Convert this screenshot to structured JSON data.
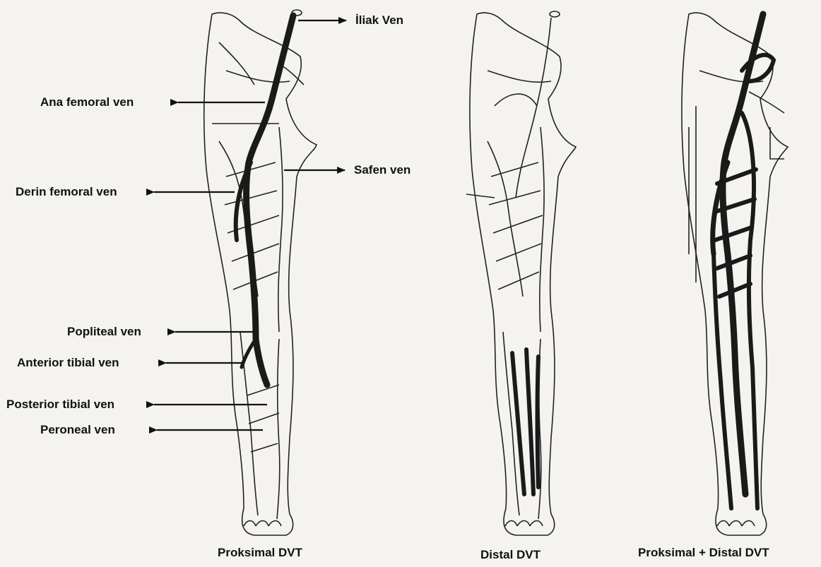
{
  "labels": {
    "iliac": "İliak Ven",
    "common_femoral": "Ana femoral ven",
    "saphenous": "Safen ven",
    "deep_femoral": "Derin femoral ven",
    "popliteal": "Popliteal ven",
    "anterior_tibial": "Anterior tibial ven",
    "posterior_tibial": "Posterior tibial ven",
    "peroneal": "Peroneal ven"
  },
  "captions": {
    "proximal": "Proksimal DVT",
    "distal": "Distal DVT",
    "both": "Proksimal + Distal  DVT"
  },
  "colors": {
    "ink": "#111111",
    "paper": "#f4f3ef",
    "clot": "#1a1a1a"
  }
}
